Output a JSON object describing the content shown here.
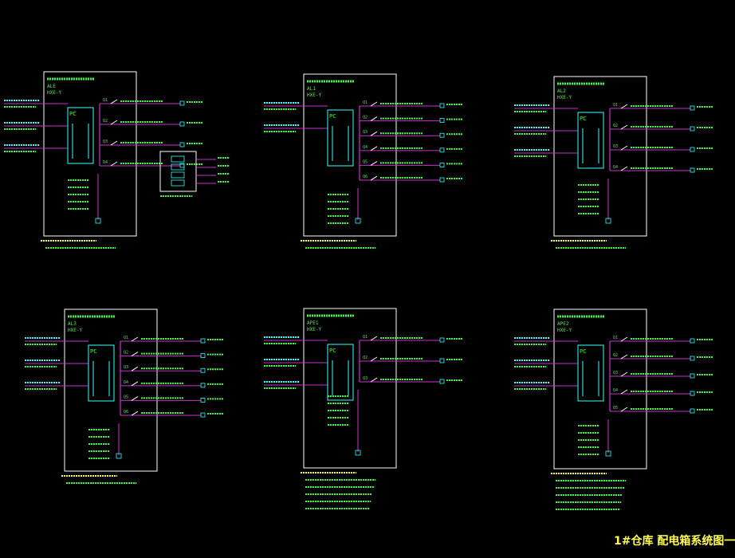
{
  "drawing_title": "1#仓库 配电箱系统图一",
  "colors": {
    "background": "#000000",
    "frame": "#ffffff",
    "wire": "#cc33cc",
    "text": "#33ff33",
    "accent": "#33ffff",
    "title": "#ffff55",
    "note": "#ffff55"
  },
  "panels": [
    {
      "name": "ALE",
      "code": "HXE-Y",
      "feeders_in": 3,
      "breakers": [
        "Q1",
        "Q2",
        "Q3",
        "Q4"
      ],
      "outputs": 4,
      "has_sub_box": true,
      "notes": 2
    },
    {
      "name": "AL1",
      "code": "HXE-Y",
      "feeders_in": 2,
      "breakers": [
        "Q1",
        "Q2",
        "Q3",
        "Q4",
        "Q5",
        "Q6"
      ],
      "outputs": 6,
      "has_sub_box": false,
      "notes": 2
    },
    {
      "name": "AL2",
      "code": "HXE-Y",
      "feeders_in": 3,
      "breakers": [
        "Q1",
        "Q2",
        "Q3",
        "Q4"
      ],
      "outputs": 4,
      "has_sub_box": false,
      "notes": 2
    },
    {
      "name": "AL3",
      "code": "HXE-Y",
      "feeders_in": 3,
      "breakers": [
        "Q1",
        "Q2",
        "Q3",
        "Q4",
        "Q5",
        "Q6"
      ],
      "outputs": 6,
      "has_sub_box": false,
      "notes": 2
    },
    {
      "name": "APE1",
      "code": "HXE-Y",
      "feeders_in": 3,
      "breakers": [
        "Q1",
        "Q2",
        "Q3"
      ],
      "outputs": 3,
      "has_sub_box": false,
      "notes": 6
    },
    {
      "name": "APE2",
      "code": "HXE-Y",
      "feeders_in": 3,
      "breakers": [
        "Q1",
        "Q2",
        "Q3",
        "Q4",
        "Q5"
      ],
      "outputs": 5,
      "has_sub_box": false,
      "notes": 6
    }
  ]
}
